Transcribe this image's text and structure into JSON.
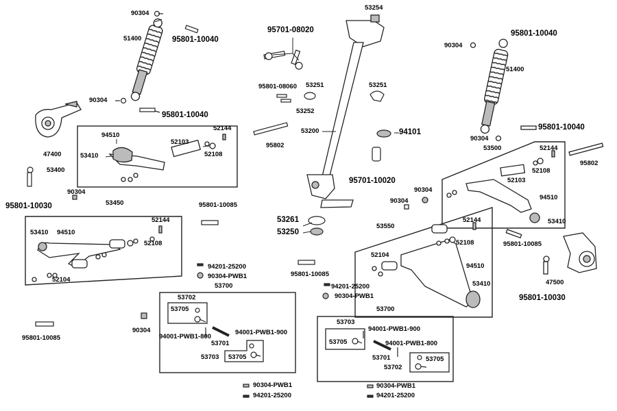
{
  "labels": {
    "p90304_a": "90304",
    "p51400_a": "51400",
    "p95801_10040_a": "95801-10040",
    "p90304_b": "90304",
    "p95801_10040_b": "95801-10040",
    "p47400": "47400",
    "p94510_a": "94510",
    "p52144_a": "52144",
    "p52103_a": "52103",
    "p53410_a": "53410",
    "p52108_a": "52108",
    "p53400": "53400",
    "p95801_10030_a": "95801-10030",
    "p90304_c": "90304",
    "p53450": "53450",
    "p52144_b": "52144",
    "p53410_b": "53410",
    "p94510_b": "94510",
    "p52108_b": "52108",
    "p52104_a": "52104",
    "p95801_10085_a": "95801-10085",
    "p94201_a": "94201-25200",
    "p90304pwb1_a": "90304-PWB1",
    "p53700_a": "53700",
    "p53702_a": "53702",
    "p53705_a": "53705",
    "p90304_d": "90304",
    "p94001_800_a": "94001-PWB1-800",
    "p94001_900_a": "94001-PWB1-900",
    "p53701_a": "53701",
    "p53703_a": "53703",
    "p53705_b": "53705",
    "p95801_10085_b": "95801-10085",
    "p90304pwb1_b": "90304-PWB1",
    "p94201_b": "94201-25200",
    "p95701_08020": "95701-08020",
    "p53254": "53254",
    "p95801_08060": "95801-08060",
    "p53251_a": "53251",
    "p53252": "53252",
    "p53251_b": "53251",
    "p53200": "53200",
    "p94101": "94101",
    "p95802_a": "95802",
    "p95701_10020": "95701-10020",
    "p53261": "53261",
    "p53250": "53250",
    "p95801_10085_c": "95801-10085",
    "p94201_c": "94201-25200",
    "p90304pwb1_c": "90304-PWB1",
    "p95801_10040_c": "95801-10040",
    "p90304_e": "90304",
    "p51400_b": "51400",
    "p90304_f": "90304",
    "p95801_10040_d": "95801-10040",
    "p53500": "53500",
    "p52144_c": "52144",
    "p52108_c": "52108",
    "p52103_b": "52103",
    "p95802_b": "95802",
    "p90304_g": "90304",
    "p90304_h": "90304",
    "p94510_c": "94510",
    "p53410_c": "53410",
    "p95801_10085_d": "95801-10085",
    "p53550": "53550",
    "p52144_d": "52144",
    "p52108_d": "52108",
    "p52104_b": "52104",
    "p94510_d": "94510",
    "p53410_d": "53410",
    "p47500": "47500",
    "p95801_10030_b": "95801-10030",
    "p53700_b": "53700",
    "p53703_b": "53703",
    "p94001_900_b": "94001-PWB1-900",
    "p53705_c": "53705",
    "p94001_800_b": "94001-PWB1-800",
    "p53701_b": "53701",
    "p53705_d": "53705",
    "p53702_b": "53702",
    "p90304pwb1_d": "90304-PWB1",
    "p94201_d": "94201-25200"
  }
}
